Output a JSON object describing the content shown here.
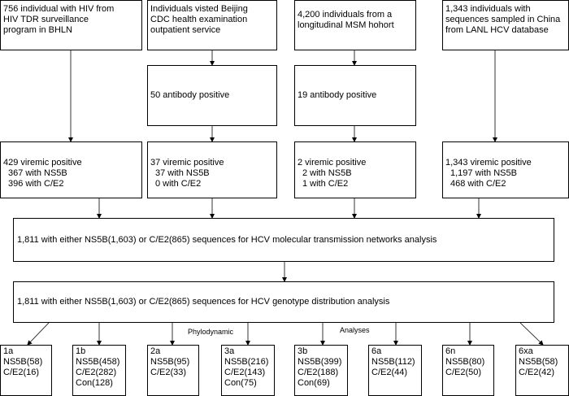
{
  "sources": [
    {
      "lines": [
        "756 individual with HIV from",
        "HIV TDR surveillance",
        "program in BHLN"
      ]
    },
    {
      "lines": [
        "Individuals visted Beijing",
        "CDC health examination",
        "outpatient service"
      ]
    },
    {
      "lines": [
        "4,200 individuals from a",
        "longitudinal MSM hohort"
      ]
    },
    {
      "lines": [
        "1,343 individuals with",
        "sequences sampled in China",
        "from LANL HCV database"
      ]
    }
  ],
  "antibody": [
    {
      "text": "50 antibody positive"
    },
    {
      "text": "19 antibody positive"
    }
  ],
  "viremic": [
    {
      "lines": [
        "429 viremic positive",
        "367 with NS5B",
        "396 with C/E2"
      ]
    },
    {
      "lines": [
        "37 viremic positive",
        "37 with NS5B",
        "0 with C/E2"
      ]
    },
    {
      "lines": [
        "2 viremic positive",
        "2 with NS5B",
        "1 with C/E2"
      ]
    },
    {
      "lines": [
        "1,343 viremic positive",
        "1,197 with NS5B",
        "468 with C/E2"
      ]
    }
  ],
  "network_analysis": "1,811 with either NS5B(1,603) or C/E2(865) sequences for HCV molecular transmission networks analysis",
  "genotype_analysis": "1,811 with either NS5B(1,603) or C/E2(865) sequences for HCV genotype distribution analysis",
  "labels": {
    "left": "Phylodynamic",
    "right": "Analyses"
  },
  "genotypes": [
    {
      "lines": [
        "1a",
        "NS5B(58)",
        "C/E2(16)"
      ]
    },
    {
      "lines": [
        "1b",
        "NS5B(458)",
        "C/E2(282)",
        "Con(128)"
      ]
    },
    {
      "lines": [
        "2a",
        "NS5B(95)",
        "C/E2(33)"
      ]
    },
    {
      "lines": [
        "3a",
        "NS5B(216)",
        "C/E2(143)",
        "Con(75)"
      ]
    },
    {
      "lines": [
        "3b",
        "NS5B(399)",
        "C/E2(188)",
        "Con(69)"
      ]
    },
    {
      "lines": [
        "6a",
        "NS5B(112)",
        "C/E2(44)"
      ]
    },
    {
      "lines": [
        "6n",
        "NS5B(80)",
        "C/E2(50)"
      ]
    },
    {
      "lines": [
        "6xa",
        "NS5B(58)",
        "C/E2(42)"
      ]
    }
  ]
}
